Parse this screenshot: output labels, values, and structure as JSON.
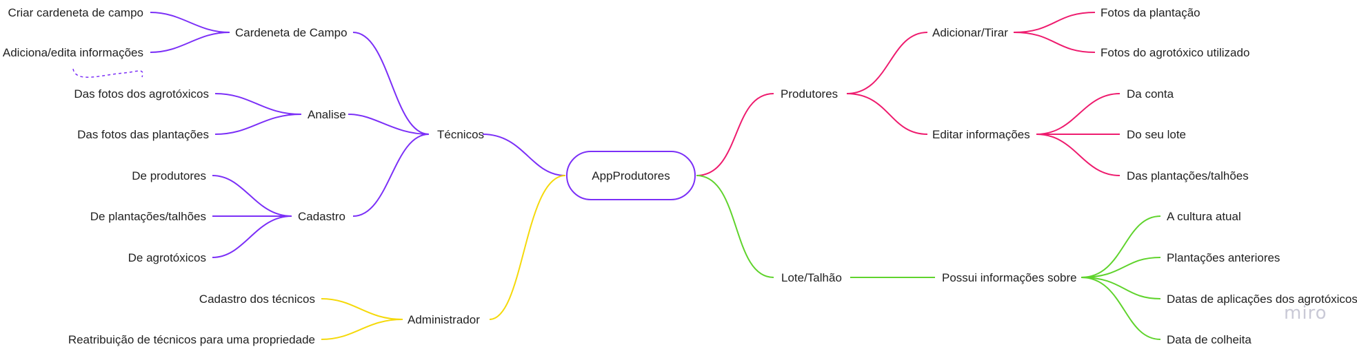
{
  "colors": {
    "purple": "#7b2ff7",
    "pink": "#ee1b6e",
    "green": "#5fd32c",
    "yellow": "#f5d90a",
    "brand_gray": "#c9c9d6"
  },
  "mindmap": {
    "root": "AppProdutores",
    "tecnicos": {
      "label": "Técnicos",
      "cardeneta": {
        "label": "Cardeneta de Campo",
        "children": [
          "Criar cardeneta de campo",
          "Adiciona/edita informações"
        ]
      },
      "analise": {
        "label": "Analise",
        "children": [
          "Das fotos dos agrotóxicos",
          "Das fotos das plantações"
        ]
      },
      "cadastro": {
        "label": "Cadastro",
        "children": [
          "De produtores",
          "De plantações/talhões",
          "De agrotóxicos"
        ]
      }
    },
    "administrador": {
      "label": "Administrador",
      "children": [
        "Cadastro dos técnicos",
        "Reatribuição de técnicos para uma propriedade"
      ]
    },
    "produtores": {
      "label": "Produtores",
      "adicionar": {
        "label": "Adicionar/Tirar",
        "children": [
          "Fotos da plantação",
          "Fotos do agrotóxico utilizado"
        ]
      },
      "editar": {
        "label": "Editar informações",
        "children": [
          "Da conta",
          "Do seu lote",
          "Das plantações/talhões"
        ]
      }
    },
    "lote": {
      "label": "Lote/Talhão",
      "possui": {
        "label": "Possui informações sobre",
        "children": [
          "A cultura atual",
          "Plantações anteriores",
          "Datas de aplicações dos agrotóxicos",
          "Data de colheita"
        ]
      }
    }
  },
  "brand": {
    "text": "miro"
  }
}
